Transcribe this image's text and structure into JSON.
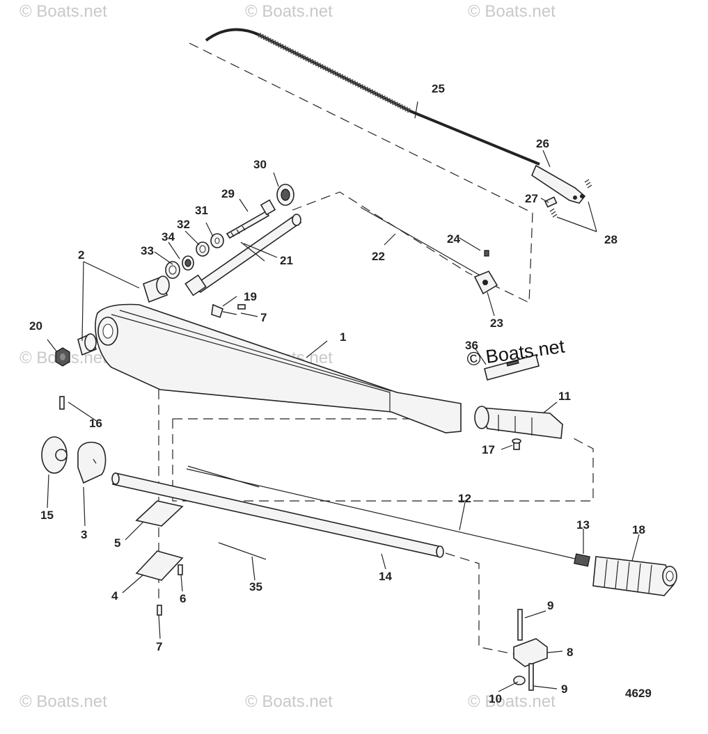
{
  "diagram": {
    "drawing_number": "4629",
    "brand_mark": "© Boats.net",
    "watermark_text": "© Boats.net",
    "part_labels": [
      "1",
      "2",
      "3",
      "4",
      "5",
      "6",
      "7",
      "7",
      "8",
      "9",
      "9",
      "10",
      "11",
      "12",
      "13",
      "14",
      "15",
      "16",
      "17",
      "18",
      "19",
      "20",
      "21",
      "22",
      "23",
      "24",
      "25",
      "26",
      "27",
      "28",
      "29",
      "30",
      "31",
      "32",
      "33",
      "34",
      "35",
      "36"
    ],
    "colors": {
      "line": "#222222",
      "watermark": "#c9c9c9",
      "background": "#ffffff"
    }
  }
}
